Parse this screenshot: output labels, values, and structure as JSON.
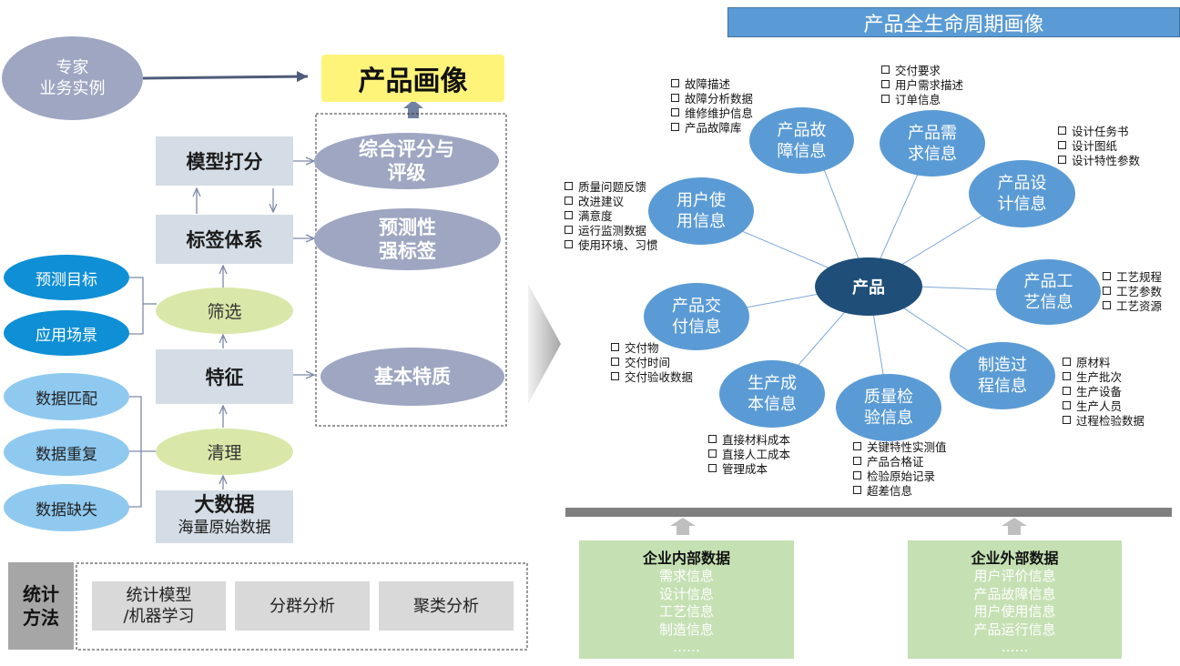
{
  "left": {
    "expert": {
      "line1": "专家",
      "line2": "业务实例"
    },
    "portrait": "产品画像",
    "model_score": "模型打分",
    "tag_system": "标签体系",
    "filter": "筛选",
    "feature": "特征",
    "clean": "清理",
    "bigdata": {
      "title": "大数据",
      "sub": "海量原始数据"
    },
    "goals": [
      "预测目标",
      "应用场景"
    ],
    "data_issues": [
      "数据匹配",
      "数据重复",
      "数据缺失"
    ],
    "tags": {
      "score_line1": "综合评分与",
      "score_line2": "评级",
      "predict_line1": "预测性",
      "predict_line2": "强标签",
      "basic": "基本特质"
    },
    "stats": {
      "label_line1": "统计",
      "label_line2": "方法",
      "methods": [
        {
          "line1": "统计模型",
          "line2": "/机器学习"
        },
        {
          "line1": "分群分析",
          "line2": ""
        },
        {
          "line1": "聚类分析",
          "line2": ""
        }
      ]
    }
  },
  "right": {
    "title": "产品全生命周期画像",
    "center": "产品",
    "nodes": {
      "fault": {
        "line1": "产品故",
        "line2": "障信息"
      },
      "demand": {
        "line1": "产品需",
        "line2": "求信息"
      },
      "design": {
        "line1": "产品设",
        "line2": "计信息"
      },
      "usage": {
        "line1": "用户使",
        "line2": "用信息"
      },
      "craft": {
        "line1": "产品工",
        "line2": "艺信息"
      },
      "delivery": {
        "line1": "产品交",
        "line2": "付信息"
      },
      "process": {
        "line1": "制造过",
        "line2": "程信息"
      },
      "cost": {
        "line1": "生产成",
        "line2": "本信息"
      },
      "quality": {
        "line1": "质量检",
        "line2": "验信息"
      }
    },
    "lists": {
      "fault": [
        "故障描述",
        "故障分析数据",
        "维修维护信息",
        "产品故障库"
      ],
      "demand": [
        "交付要求",
        "用户需求描述",
        "订单信息"
      ],
      "design": [
        "设计任务书",
        "设计图纸",
        "设计特性参数"
      ],
      "usage": [
        "质量问题反馈",
        "改进建议",
        "满意度",
        "运行监测数据",
        "使用环境、习惯"
      ],
      "craft": [
        "工艺规程",
        "工艺参数",
        "工艺资源"
      ],
      "delivery": [
        "交付物",
        "交付时间",
        "交付验收数据"
      ],
      "process": [
        "原材料",
        "生产批次",
        "生产设备",
        "生产人员",
        "过程检验数据"
      ],
      "cost": [
        "直接材料成本",
        "直接人工成本",
        "管理成本"
      ],
      "quality": [
        "关键特性实测值",
        "产品合格证",
        "检验原始记录",
        "超差信息"
      ]
    },
    "internal": {
      "title": "企业内部数据",
      "items": [
        "需求信息",
        "设计信息",
        "工艺信息",
        "制造信息",
        "……"
      ]
    },
    "external": {
      "title": "企业外部数据",
      "items": [
        "用户评价信息",
        "产品故障信息",
        "用户使用信息",
        "产品运行信息",
        "……"
      ]
    }
  },
  "colors": {
    "product_node": "#5b9bd5",
    "center_node": "#1f4e79",
    "title_bar": "#5b9bd5",
    "portrait": "#fff47a",
    "tag_ellipse": "#9ea6c2",
    "step_ellipse": "#d9e8a9",
    "goal_ellipse": "#0f8fd6",
    "issue_ellipse": "#8fc9f0",
    "source_box": "#c5e0b3"
  }
}
